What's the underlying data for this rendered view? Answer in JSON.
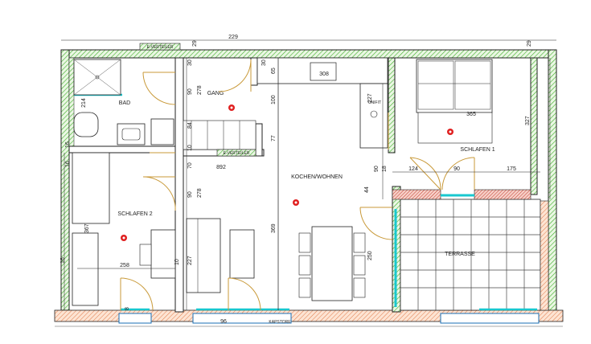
{
  "rooms": {
    "bad": "BAD",
    "gang": "GANG",
    "schlafen1": "SCHLAFEN 1",
    "schlafen2": "SCHLAFEN 2",
    "kochen": "KOCHEN/WOHNEN",
    "terrasse": "TERRASSE"
  },
  "dims": {
    "d229": "229",
    "d29a": "29",
    "d29b": "29",
    "d30a": "30",
    "d30b": "30",
    "d308": "308",
    "d65": "65",
    "d214": "214",
    "d90a": "90",
    "d278": "278",
    "d100": "100",
    "d227a": "227",
    "d365": "365",
    "d327": "327",
    "d84": "84",
    "d77": "77",
    "d10a": "10",
    "d16a": "16",
    "d16b": "16",
    "d70": "70",
    "d892": "892",
    "d90b": "90",
    "d18": "18",
    "d124": "124",
    "d90c": "90",
    "d175": "175",
    "d90d": "90",
    "d278b": "278",
    "d44": "44",
    "d367": "367",
    "d369": "369",
    "d258": "258",
    "d10b": "10",
    "d227b": "227",
    "d250": "250",
    "d16c": "16",
    "d8": "8",
    "d96": "96"
  },
  "tags": {
    "e_verteiler_top": "E-VERTEILER",
    "e_verteiler_mid": "E-VERTEILER",
    "unifit": "UNIFIT",
    "bad_tag": "BAD",
    "kapstore": "KAPSTORE"
  },
  "colors": {
    "wall_green": "#7fd36a",
    "wall_hatch_bg": "#f6f0d8",
    "window_cyan": "#18c7cf",
    "door_gold": "#c99a3a",
    "outdoor_orange": "#f3b08a",
    "light_red": "#e02020"
  }
}
